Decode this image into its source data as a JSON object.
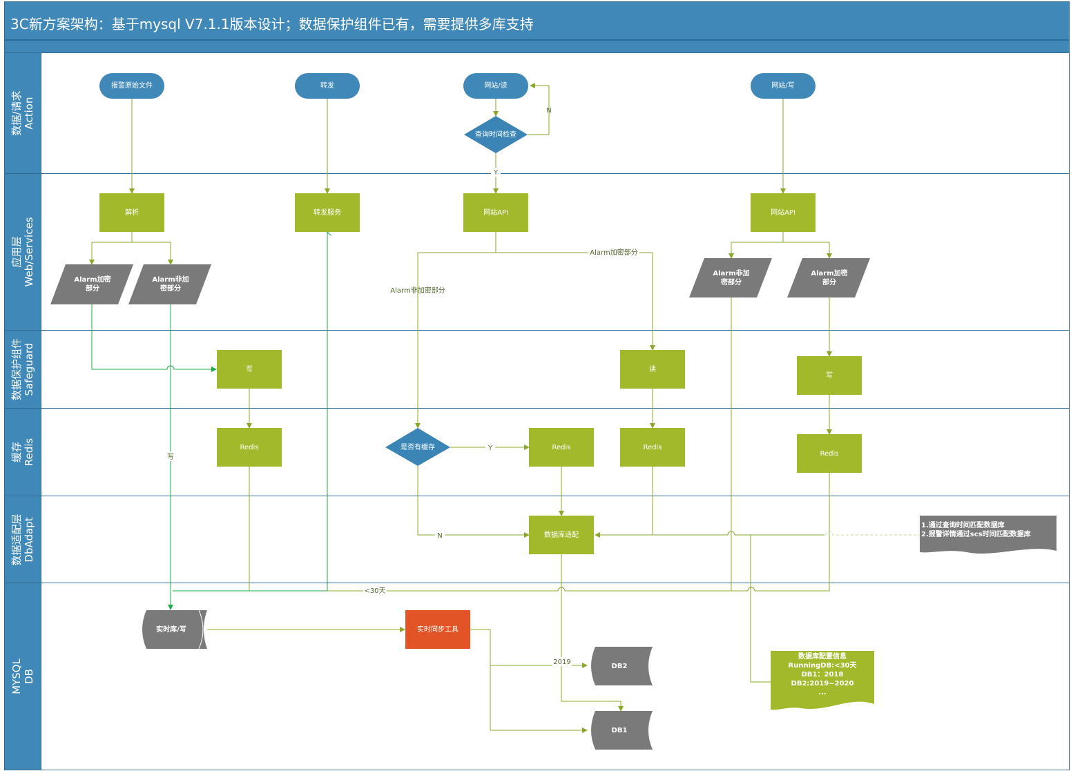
{
  "title": "3C新方案架构：基于mysql V7.1.1版本设计；数据保护组件已有，需要提供多库支持",
  "lanes": [
    {
      "line1": "数据/请求",
      "line2": "Action"
    },
    {
      "line1": "应用层",
      "line2": "Web/Services"
    },
    {
      "line1": "数据保护组件",
      "line2": "Safeguard"
    },
    {
      "line1": "缓存",
      "line2": "Redis"
    },
    {
      "line1": "数据适配层",
      "line2": "DbAdapt"
    },
    {
      "line1": "MYSQL",
      "line2": "DB"
    }
  ],
  "nodes": {
    "alarm_file": "报警原始文件",
    "forward": "转发",
    "site_read": "网站/读",
    "site_write": "网站/写",
    "time_check": "查询时间检查",
    "parse": "解析",
    "forward_service": "转发服务",
    "site_api_read": "网站API",
    "site_api_write": "网站API",
    "left_encrypted": "Alarm加密\n部分",
    "left_plain": "Alarm非加\n密部分",
    "right_plain": "Alarm非加\n密部分",
    "right_encrypted": "Alarm加密\n部分",
    "write_left": "写",
    "read_mid": "读",
    "write_right": "写",
    "redis_1": "Redis",
    "cache_check": "是否有缓存",
    "redis_2": "Redis",
    "redis_3": "Redis",
    "redis_4": "Redis",
    "db_adapt": "数据库适配",
    "adapt_note": "1.通过查询时间匹配数据库\n2.报警详情通过scs时间匹配数据库",
    "realtime_db": "实时库/写",
    "sync_tool": "实时同步工具",
    "db2": "DB2",
    "db1": "DB1",
    "db_config": "数据库配置信息\nRunningDB:<30天\nDB1：2018\nDB2:2019~2020\n..."
  },
  "edge_labels": {
    "no_top": "N",
    "yes_top": "Y",
    "alarm_encrypted": "Alarm加密部分",
    "alarm_plain": "Alarm非加密部分",
    "write": "写",
    "yes_cache": "Y",
    "no_cache": "N",
    "lt30": "<30天",
    "year2019": "2019"
  },
  "colors": {
    "lane_header": "#4088b8",
    "process": "#a3b92c",
    "sync_tool": "#e25426",
    "grey_shape": "#7a7a7a",
    "decision": "#3a85b5",
    "line": "#8aa82a",
    "write_line": "#22a94b"
  }
}
